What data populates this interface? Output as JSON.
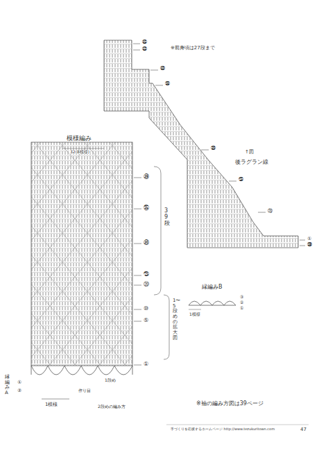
{
  "diagram": {
    "labels": [
      "模様編み",
      "32(8模様)",
      "㊴",
      "㉟",
      "㉚",
      "㉕",
      "⑳",
      "⑩",
      "⑤",
      "①",
      "39段",
      "1〜5段めの拡大図",
      "縁編みA",
      "①",
      "②",
      "1模様",
      "作り目",
      "1段め",
      "2段めの編み方",
      "※前身頃は27段まで",
      "㊺",
      "㊸",
      "㊵",
      "㉟",
      "㉚",
      "㉕",
      "⑳",
      "①",
      "㊴",
      "↑図",
      "後ラグラン線",
      "縁編みB",
      "③",
      "②",
      "①",
      "1模様",
      "※袖の編み方図は39ページ",
      "手づくりを応援するホームページ http://www.tezukuritown.com",
      "47"
    ]
  }
}
